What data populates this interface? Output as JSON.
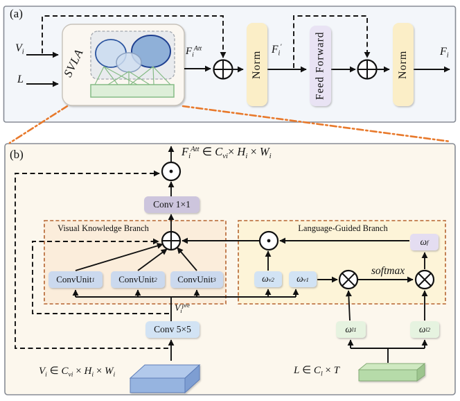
{
  "colors": {
    "panel_a_bg": "#f3f6fa",
    "panel_b_bg": "#fcf7ed",
    "panel_border": "#878c95",
    "orange_connector": "#e8792b",
    "branch_border": "#b5632f",
    "visual_branch_bg": "#fbeddb",
    "language_branch_bg": "#fdf4d8",
    "norm_fill": "#fbeec7",
    "feed_forward_fill": "#e9e3f4",
    "conv1x1_fill": "#cdc5dd",
    "conv5x5_fill": "#d2e3f4",
    "convunit_fill": "#cbd9ee",
    "omega_v_fill": "#d2e3f4",
    "omega_l_fill": "#e6f3e0",
    "omega_f_fill": "#e4ddf1",
    "svla_box_fill": "#fbf7f1",
    "svla_inner_fill": "#e9ebee",
    "knowledge_base_fill": "#ddeed8",
    "knowledge_base_stroke": "#85bb85",
    "ellipse_light_fill": "#cfdef0",
    "ellipse_dark_fill": "#8fb0d8",
    "v_slab_top": "#b2c9eb",
    "v_slab_front": "#96b4e0",
    "v_slab_side": "#7e9ed2",
    "l_slab_top": "#cfe9c1",
    "l_slab_front": "#b6dba9",
    "l_slab_side": "#9dc58e"
  },
  "panel_a": {
    "label": "(a)",
    "v_input": [
      [
        "i",
        "V"
      ],
      [
        "sub",
        "i"
      ]
    ],
    "l_input": [
      [
        "i",
        "L"
      ]
    ],
    "svla_label": "SVLA",
    "f_att": [
      [
        "i",
        "F"
      ],
      [
        "sub",
        "i"
      ],
      [
        "sup",
        "Att"
      ]
    ],
    "norm1": "Norm",
    "f_prime": [
      [
        "i",
        "F"
      ],
      [
        "sub",
        "i"
      ],
      [
        "sup",
        "′"
      ]
    ],
    "feed_forward": "Feed Forward",
    "norm2": "Norm",
    "f_out": [
      [
        "i",
        "F"
      ],
      [
        "sub",
        "i"
      ]
    ]
  },
  "panel_b": {
    "label": "(b)",
    "output_dims": [
      [
        "i",
        "F"
      ],
      [
        "sub",
        "i"
      ],
      [
        "sup",
        "Att"
      ],
      [
        "n",
        " ∈ "
      ],
      [
        "i",
        "C"
      ],
      [
        "sub",
        "vi"
      ],
      [
        "n",
        "×  "
      ],
      [
        "i",
        "H"
      ],
      [
        "sub",
        "i"
      ],
      [
        "n",
        " × "
      ],
      [
        "i",
        "W"
      ],
      [
        "sub",
        "i"
      ]
    ],
    "conv_1x1": "Conv 1×1",
    "visual_branch_title": "Visual Knowledge Branch",
    "language_branch_title": "Language-Guided Branch",
    "conv_unit_1": [
      [
        "n",
        "ConvUnit"
      ],
      [
        "sub",
        "1"
      ]
    ],
    "conv_unit_2": [
      [
        "n",
        "ConvUnit"
      ],
      [
        "sub",
        "2"
      ]
    ],
    "conv_unit_3": [
      [
        "n",
        "ConvUnit"
      ],
      [
        "sub",
        "3"
      ]
    ],
    "omega_v2": [
      [
        "i",
        "ω"
      ],
      [
        "sub",
        "v2"
      ]
    ],
    "omega_v1": [
      [
        "i",
        "ω"
      ],
      [
        "sub",
        "v1"
      ]
    ],
    "omega_f": [
      [
        "i",
        "ω"
      ],
      [
        "sub",
        "f"
      ]
    ],
    "softmax": [
      [
        "i",
        "softmax"
      ]
    ],
    "v_pre": [
      [
        "i",
        "V"
      ],
      [
        "sub",
        "i"
      ],
      [
        "sup",
        "pre"
      ]
    ],
    "conv_5x5": "Conv 5×5",
    "omega_l1": [
      [
        "i",
        "ω"
      ],
      [
        "sub",
        "l1"
      ]
    ],
    "omega_l2": [
      [
        "i",
        "ω"
      ],
      [
        "sub",
        "l2"
      ]
    ],
    "v_input_dims": [
      [
        "i",
        "V"
      ],
      [
        "sub",
        "i"
      ],
      [
        "n",
        " ∈ "
      ],
      [
        "i",
        "C"
      ],
      [
        "sub",
        "vi"
      ],
      [
        "n",
        " × "
      ],
      [
        "i",
        "H"
      ],
      [
        "sub",
        "i"
      ],
      [
        "n",
        " × "
      ],
      [
        "i",
        "W"
      ],
      [
        "sub",
        "i"
      ]
    ],
    "l_input_dims": [
      [
        "i",
        "L"
      ],
      [
        "n",
        " ∈ "
      ],
      [
        "i",
        "C"
      ],
      [
        "sub",
        "l"
      ],
      [
        "n",
        " × "
      ],
      [
        "i",
        "T"
      ]
    ]
  }
}
